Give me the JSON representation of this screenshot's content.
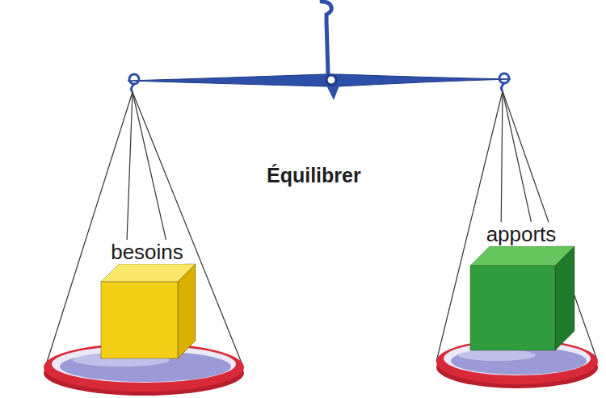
{
  "diagram": {
    "nodes": [
      {
        "text": [
          "besoins"
        ]
      },
      {
        "text": [
          "apports"
        ]
      }
    ],
    "labels": [
      "Équilibrer"
    ]
  }
}
